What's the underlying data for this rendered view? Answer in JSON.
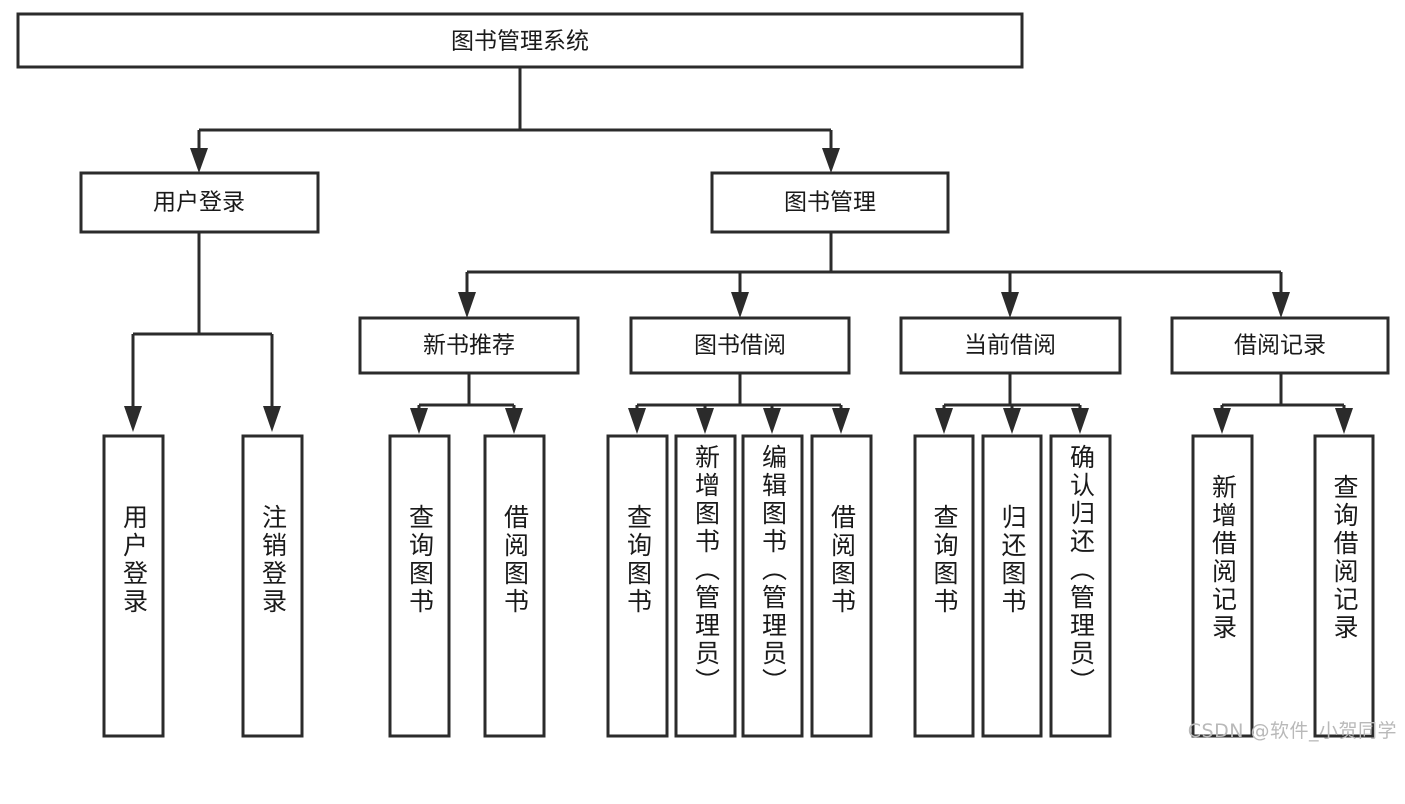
{
  "diagram": {
    "type": "tree",
    "title": "图书管理系统",
    "orientation": "top-down",
    "colors": {
      "box_stroke": "#2b2b2b",
      "box_fill": "#ffffff",
      "text": "#1a1a1a",
      "background": "#ffffff",
      "watermark": "#b9b9b9"
    },
    "root": {
      "label": "图书管理系统"
    },
    "level2": [
      {
        "label": "用户登录"
      },
      {
        "label": "图书管理"
      }
    ],
    "level3": [
      {
        "label": "新书推荐"
      },
      {
        "label": "图书借阅"
      },
      {
        "label": "当前借阅"
      },
      {
        "label": "借阅记录"
      }
    ],
    "leaves": {
      "user_login": [
        {
          "label": "用户登录"
        },
        {
          "label": "注销登录"
        }
      ],
      "new_book_recommend": [
        {
          "label": "查询图书"
        },
        {
          "label": "借阅图书"
        }
      ],
      "book_borrow": [
        {
          "label": "查询图书"
        },
        {
          "label": "新增图书（管理员）"
        },
        {
          "label": "编辑图书（管理员）"
        },
        {
          "label": "借阅图书"
        }
      ],
      "current_borrow": [
        {
          "label": "查询图书"
        },
        {
          "label": "归还图书"
        },
        {
          "label": "确认归还（管理员）"
        }
      ],
      "borrow_record": [
        {
          "label": "新增借阅记录"
        },
        {
          "label": "查询借阅记录"
        }
      ]
    }
  },
  "watermark": {
    "text": "CSDN @软件_小贺同学"
  }
}
